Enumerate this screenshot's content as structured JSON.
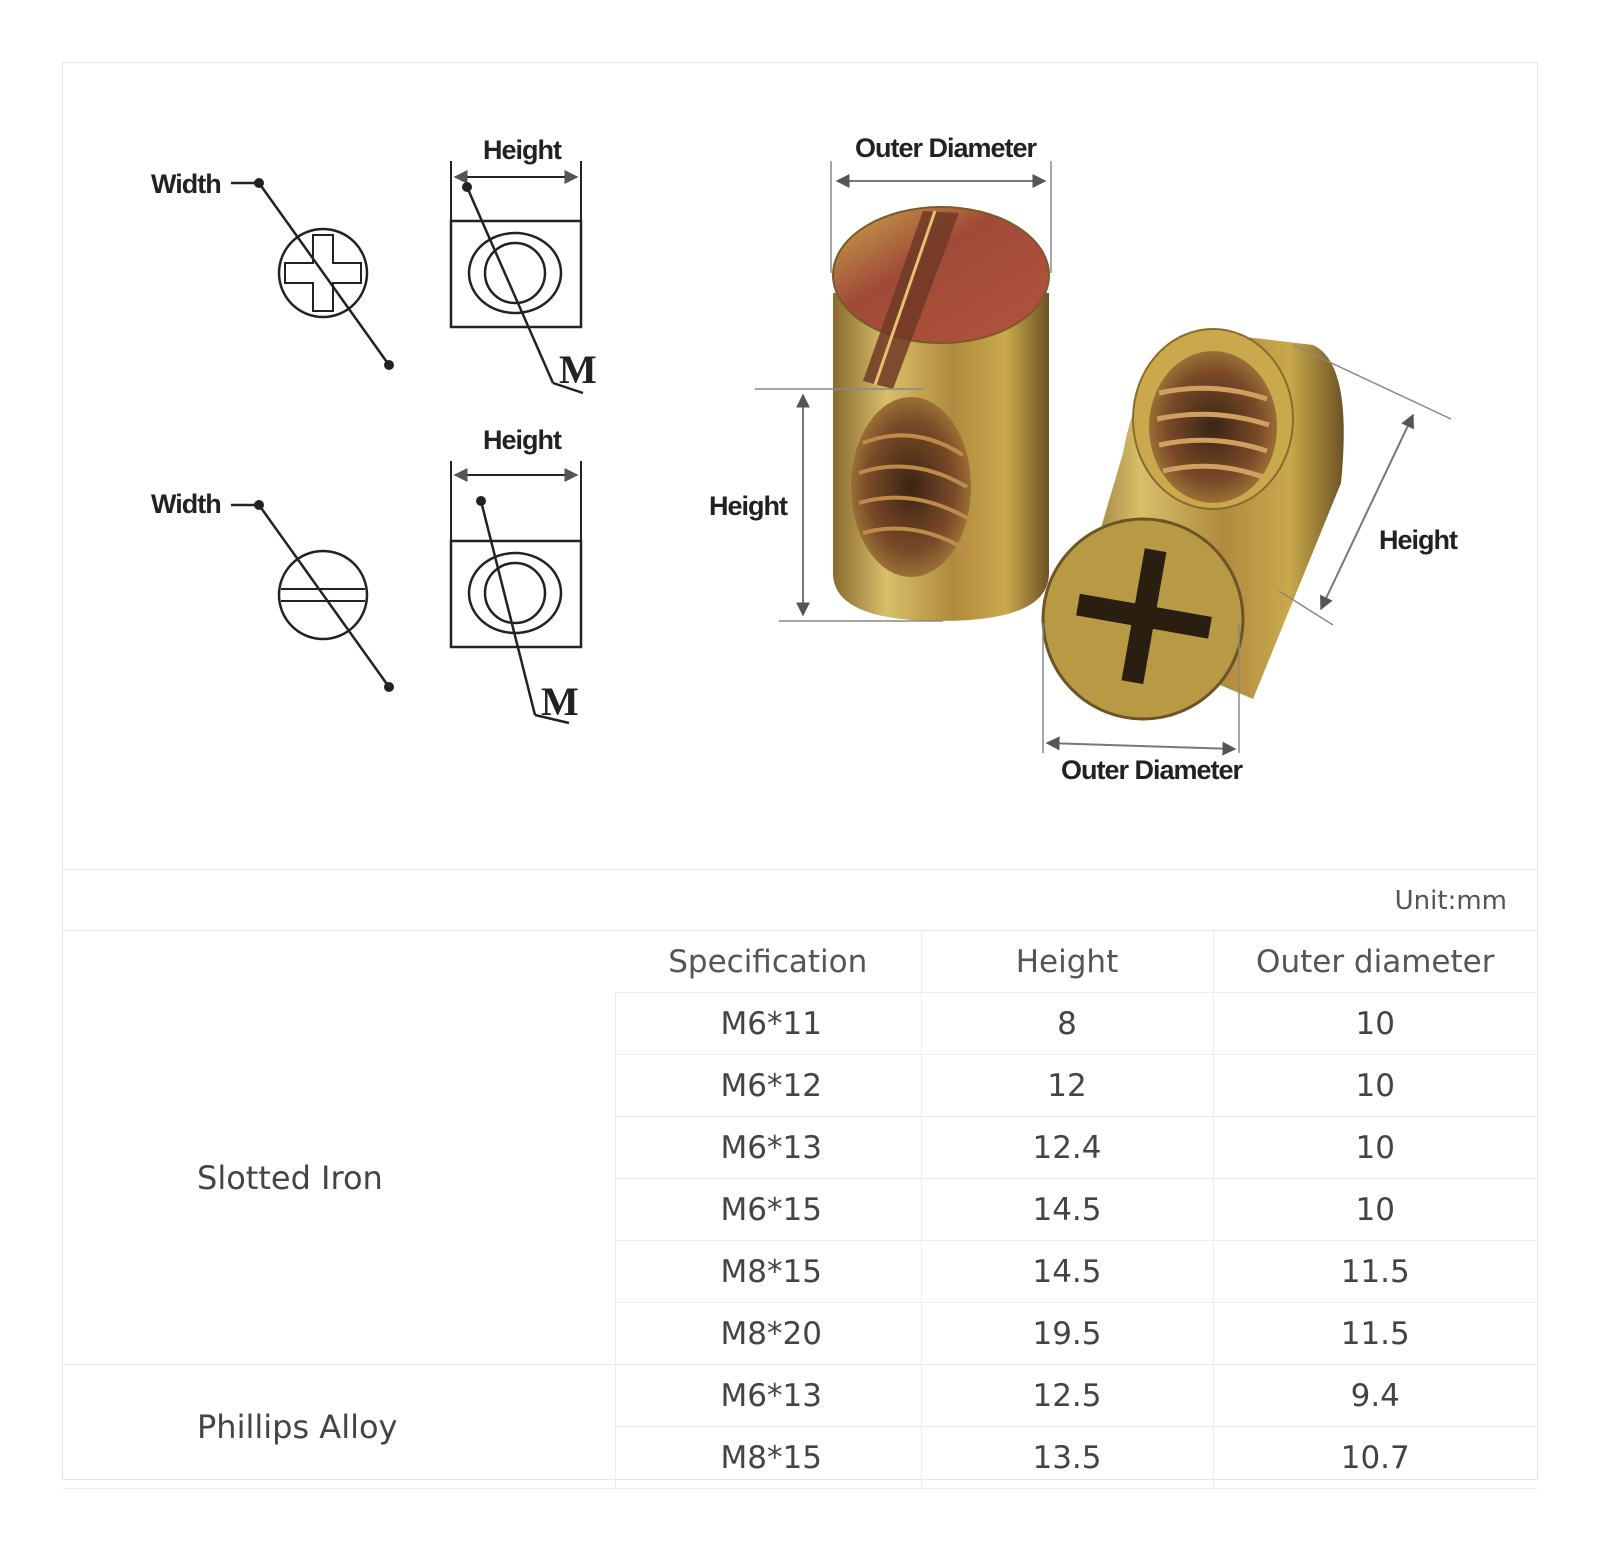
{
  "figure": {
    "labels": {
      "width_top": "Width",
      "height_top": "Height",
      "m_top": "M",
      "width_bottom": "Width",
      "height_bottom": "Height",
      "m_bottom": "M",
      "outer_diameter_top": "Outer Diameter",
      "height_left_photo": "Height",
      "height_right_photo": "Height",
      "outer_diameter_bottom": "Outer Diameter"
    },
    "colors": {
      "line": "#222222",
      "metal_brass": "#b89a45",
      "metal_red": "#a04a38",
      "metal_gold": "#c9a94c"
    }
  },
  "unit": "Unit:mm",
  "table": {
    "headers": [
      "Specification",
      "Height",
      "Outer diameter"
    ],
    "groups": [
      {
        "name": "Slotted Iron",
        "rows": [
          {
            "spec": "M6*11",
            "height": "8",
            "outer": "10"
          },
          {
            "spec": "M6*12",
            "height": "12",
            "outer": "10"
          },
          {
            "spec": "M6*13",
            "height": "12.4",
            "outer": "10"
          },
          {
            "spec": "M6*15",
            "height": "14.5",
            "outer": "10"
          },
          {
            "spec": "M8*15",
            "height": "14.5",
            "outer": "11.5"
          },
          {
            "spec": "M8*20",
            "height": "19.5",
            "outer": "11.5"
          }
        ]
      },
      {
        "name": "Phillips Alloy",
        "rows": [
          {
            "spec": "M6*13",
            "height": "12.5",
            "outer": "9.4"
          },
          {
            "spec": "M8*15",
            "height": "13.5",
            "outer": "10.7"
          }
        ]
      }
    ]
  }
}
